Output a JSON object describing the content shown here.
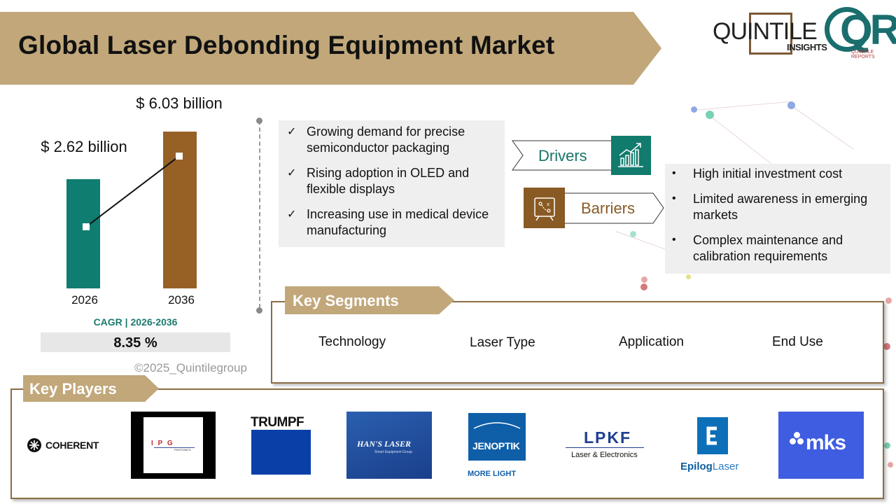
{
  "title": "Global Laser Debonding Equipment Market",
  "brand": {
    "name": "QUINTILE",
    "sub": "INSIGHTS",
    "mark": "QR",
    "mark_sub": "QUINTILE REPORTS"
  },
  "market": {
    "value_2026": "$  2.62 billion",
    "value_2036": "$ 6.03 billion",
    "year_start": "2026",
    "year_end": "2036",
    "cagr_label": "CAGR | 2026-2036",
    "cagr_value": "8.35 %",
    "copyright": "©2025_Quintilegroup"
  },
  "chart_data": {
    "type": "bar",
    "categories": [
      "2026",
      "2036"
    ],
    "values": [
      2.62,
      6.03
    ],
    "ylabel": "",
    "colors": [
      "#0f7d70",
      "#976126"
    ]
  },
  "drivers": {
    "label": "Drivers",
    "items": [
      "Growing demand for precise semiconductor packaging",
      "Rising adoption in OLED and flexible displays",
      "Increasing use in medical device manufacturing"
    ]
  },
  "barriers": {
    "label": "Barriers",
    "items": [
      "High initial investment cost",
      "Limited awareness in emerging markets",
      "Complex maintenance and calibration requirements"
    ]
  },
  "segments": {
    "title": "Key Segments",
    "items": [
      "Technology",
      "Laser Type",
      "Application",
      "End Use"
    ]
  },
  "players": {
    "title": "Key Players",
    "logos": {
      "coherent": "COHERENT",
      "ipg": "I P G",
      "ipg_sub": "PHOTONICS",
      "trumpf": "TRUMPF",
      "hans": "HAN'S LASER",
      "hans_sub": "Smart Equipment Group",
      "jenoptik": "JENOPTIK",
      "jenoptik_sub": "MORE LIGHT",
      "lpkf": "LPKF",
      "lpkf_sub": "Laser & Electronics",
      "epilog_a": "Epilog",
      "epilog_b": "Laser",
      "mks": "mks"
    }
  },
  "colors": {
    "accent_gold": "#c1a77a",
    "teal": "#0f7d70",
    "brown": "#976126"
  }
}
